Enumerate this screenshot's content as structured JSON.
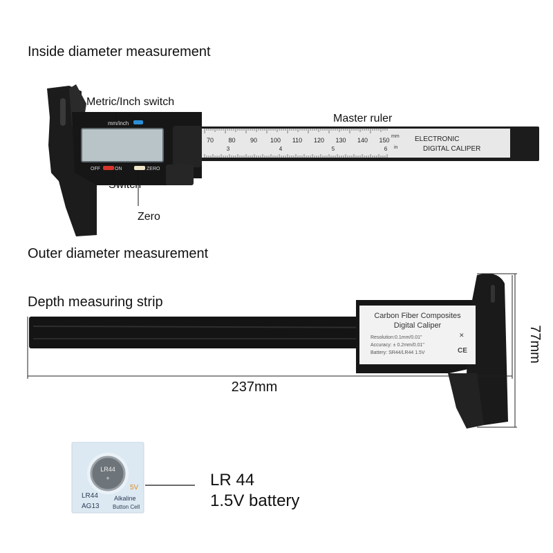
{
  "labels": {
    "inside_diameter": "Inside diameter measurement",
    "metric_inch_switch": "Metric/Inch switch",
    "master_ruler": "Master ruler",
    "switch": "Switch",
    "zero": "Zero",
    "outer_diameter": "Outer diameter measurement",
    "depth_strip": "Depth measuring strip"
  },
  "caliper_top": {
    "mode_label": "mm/inch",
    "off": "OFF",
    "on": "ON",
    "zero_btn": "ZERO",
    "unit_mm": "mm",
    "unit_in": "in",
    "title_line1": "ELECTRONIC",
    "title_line2": "DIGITAL CALIPER",
    "mm_scale": [
      "70",
      "80",
      "90",
      "100",
      "110",
      "120",
      "130",
      "140",
      "150"
    ],
    "inch_scale": [
      "3",
      "4",
      "5",
      "6"
    ]
  },
  "caliper_bottom": {
    "title1": "Carbon Fiber Composites",
    "title2": "Digital Caliper",
    "resolution": "Resolution:0.1mm/0.01\"",
    "accuracy": "Accuracy: ± 0.2mm/0.01\"",
    "battery": "Battery: SR44/LR44  1.5V",
    "ce": "CE"
  },
  "dimensions": {
    "length": "237mm",
    "height": "77mm"
  },
  "battery": {
    "cell_label": "LR44",
    "side_label1": "LR44",
    "side_label2": "AG13",
    "voltage_fragment": "5V",
    "type1": "Alkaline",
    "type2": "Button Cell",
    "title": "LR 44",
    "desc": "1.5V battery"
  },
  "colors": {
    "caliper_body": "#1c1c1c",
    "ruler_face": "#e8e8e8",
    "lcd": "#b9c4c9",
    "off_button": "#d9352b",
    "zero_button": "#efe6c8",
    "mode_button": "#2a8fd6",
    "battery_pack": "#dce9f2"
  }
}
